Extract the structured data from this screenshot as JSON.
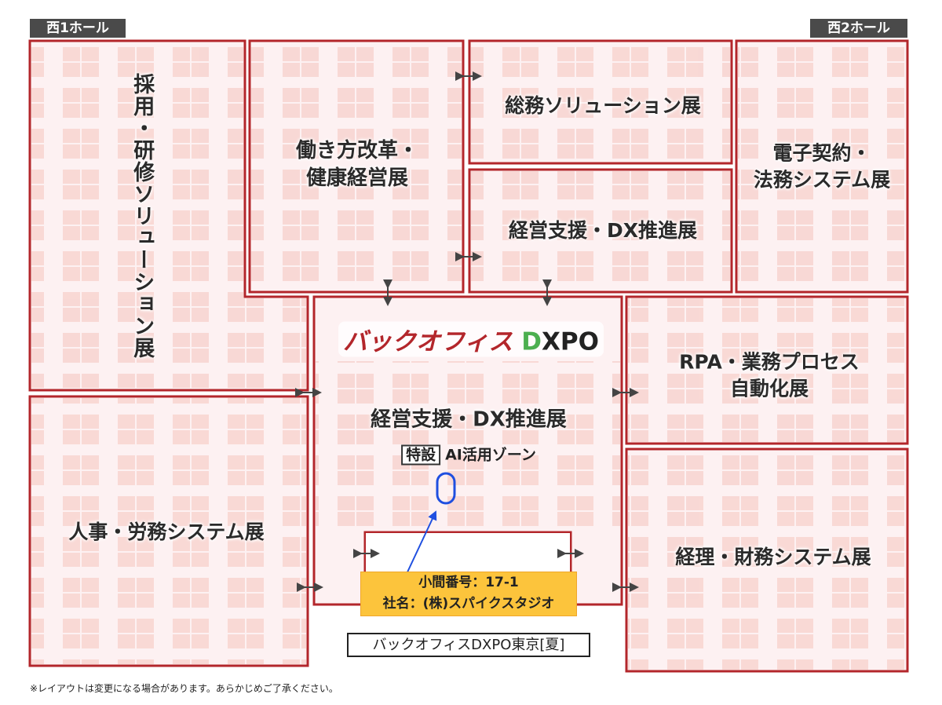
{
  "halls": {
    "west1": "西1ホール",
    "west2": "西2ホール"
  },
  "zones": {
    "recruit": "採用・研修ソリューション展",
    "workstyle": [
      "働き方改革・",
      "健康経営展"
    ],
    "general_affairs": "総務ソリューション展",
    "mgmt_top": "経営支援・DX推進展",
    "econtract": [
      "電子契約・",
      "法務システム展"
    ],
    "center": "経営支援・DX推進展",
    "rpa": [
      "RPA・業務プロセス",
      "自動化展"
    ],
    "hr": "人事・労務システム展",
    "accounting": "経理・財務システム展"
  },
  "logo": {
    "jp": "バックオフィス",
    "d": "D",
    "rest": "XPO"
  },
  "special": {
    "badge": "特設",
    "zone": "AI活用ゾーン"
  },
  "booth": {
    "number": "小間番号：17-1",
    "company": "社名：(株)スパイクスタジオ"
  },
  "expo_title": "バックオフィスDXPO東京[夏]",
  "footnote": "※レイアウトは変更になる場合があります。あらかじめご了承ください。",
  "colors": {
    "zone_border": "#b3262b",
    "zone_fill": "#fdf1f2",
    "booth": "#f8d6d2",
    "highlight": "#fcc43c",
    "marker": "#1f4fe0"
  }
}
